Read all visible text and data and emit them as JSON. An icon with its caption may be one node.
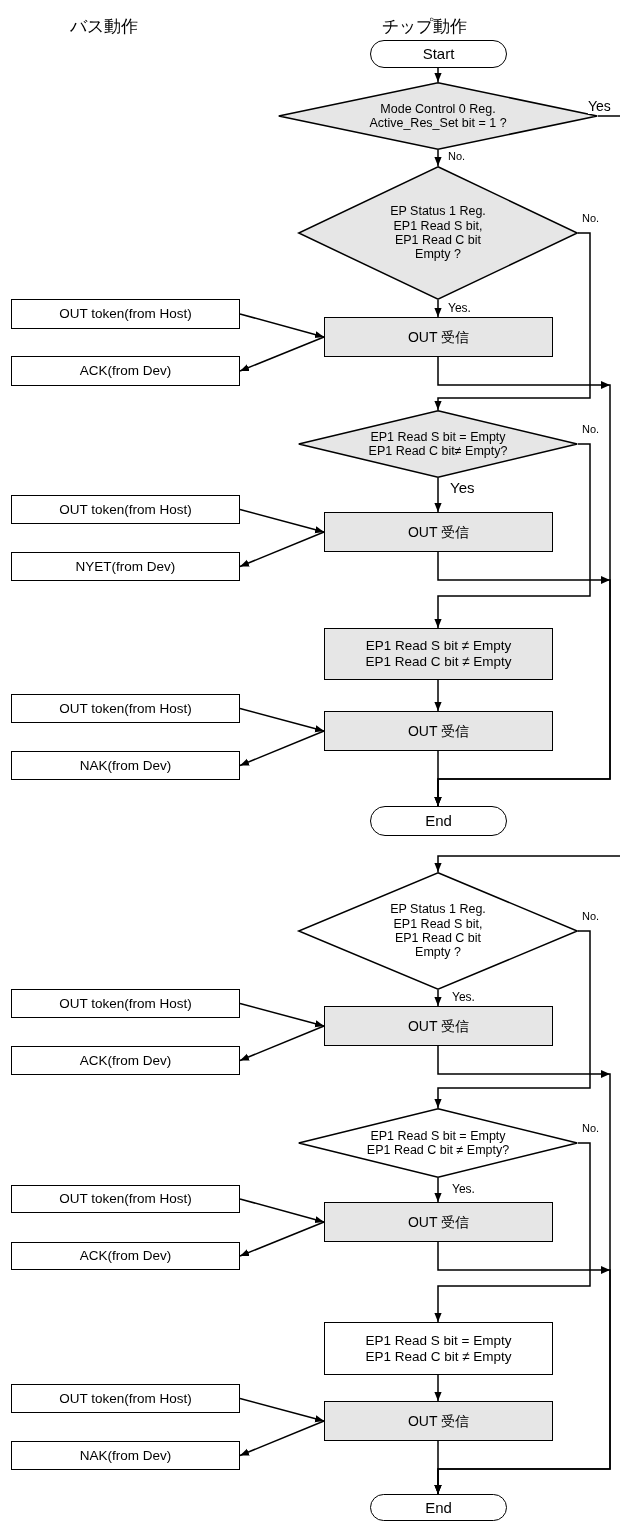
{
  "diagram": {
    "nodes": [
      {
        "text": [
          "Start"
        ]
      },
      {
        "text": [
          "Mode Control 0 Reg. Active_Res_Set bit = 1 ?"
        ]
      },
      {
        "text": [
          "EP Status 1 Reg. EP1 Read S bit, EP1 Read C bit Empty ?"
        ]
      },
      {
        "text": [
          "OUT token(from Host)"
        ]
      },
      {
        "text": [
          "OUT 受信"
        ]
      },
      {
        "text": [
          "ACK(from Dev)"
        ]
      },
      {
        "text": [
          "EP1 Read S bit = Empty EP1 Read C bit≠ Empty?"
        ]
      },
      {
        "text": [
          "OUT token(from Host)"
        ]
      },
      {
        "text": [
          "OUT 受信"
        ]
      },
      {
        "text": [
          "NYET(from Dev)"
        ]
      },
      {
        "text": [
          "EP1 Read S bit ≠ Empty EP1 Read C bit ≠ Empty"
        ]
      },
      {
        "text": [
          "OUT token(from Host)"
        ]
      },
      {
        "text": [
          "OUT 受信"
        ]
      },
      {
        "text": [
          "NAK(from Dev)"
        ]
      },
      {
        "text": [
          "End"
        ]
      },
      {
        "text": [
          "EP Status 1 Reg. EP1 Read S bit, EP1 Read C bit Empty ?"
        ]
      },
      {
        "text": [
          "OUT token(from Host)"
        ]
      },
      {
        "text": [
          "OUT 受信"
        ]
      },
      {
        "text": [
          "ACK(from Dev)"
        ]
      },
      {
        "text": [
          "EP1 Read S bit = Empty EP1 Read C bit ≠ Empty?"
        ]
      },
      {
        "text": [
          "OUT token(from Host)"
        ]
      },
      {
        "text": [
          "OUT 受信"
        ]
      },
      {
        "text": [
          "ACK(from Dev)"
        ]
      },
      {
        "text": [
          "EP1 Read S bit = Empty EP1 Read C bit ≠ Empty"
        ]
      },
      {
        "text": [
          "OUT token(from Host)"
        ]
      },
      {
        "text": [
          "OUT 受信"
        ]
      },
      {
        "text": [
          "NAK(from Dev)"
        ]
      },
      {
        "text": [
          "End"
        ]
      }
    ],
    "edges": [
      {
        "from": 0,
        "to": 1,
        "arrow": "to"
      },
      {
        "from": 1,
        "to": null,
        "arrow": "none",
        "label": "Yes"
      },
      {
        "from": 1,
        "to": 2,
        "arrow": "to",
        "label": "No."
      },
      {
        "from": 2,
        "to": 4,
        "arrow": "to",
        "label": "Yes."
      },
      {
        "from": 2,
        "to": 6,
        "arrow": "to",
        "label": "No."
      },
      {
        "from": 3,
        "to": 4,
        "arrow": "to"
      },
      {
        "from": 4,
        "to": 5,
        "arrow": "to"
      },
      {
        "from": 4,
        "to": 14,
        "arrow": "to"
      },
      {
        "from": 6,
        "to": 8,
        "arrow": "to",
        "label": "Yes"
      },
      {
        "from": 6,
        "to": 10,
        "arrow": "to",
        "label": "No."
      },
      {
        "from": 7,
        "to": 8,
        "arrow": "to"
      },
      {
        "from": 8,
        "to": 9,
        "arrow": "to"
      },
      {
        "from": 8,
        "to": 14,
        "arrow": "to"
      },
      {
        "from": 10,
        "to": 12,
        "arrow": "to"
      },
      {
        "from": 11,
        "to": 12,
        "arrow": "to"
      },
      {
        "from": 12,
        "to": 13,
        "arrow": "to"
      },
      {
        "from": 12,
        "to": 14,
        "arrow": "to"
      },
      {
        "from": null,
        "to": 15,
        "arrow": "to"
      },
      {
        "from": 15,
        "to": 17,
        "arrow": "to",
        "label": "Yes."
      },
      {
        "from": 15,
        "to": 19,
        "arrow": "to",
        "label": "No."
      },
      {
        "from": 16,
        "to": 17,
        "arrow": "to"
      },
      {
        "from": 17,
        "to": 18,
        "arrow": "to"
      },
      {
        "from": 17,
        "to": 27,
        "arrow": "to"
      },
      {
        "from": 19,
        "to": 21,
        "arrow": "to",
        "label": "Yes."
      },
      {
        "from": 19,
        "to": 23,
        "arrow": "to",
        "label": "No."
      },
      {
        "from": 20,
        "to": 21,
        "arrow": "to"
      },
      {
        "from": 21,
        "to": 22,
        "arrow": "to"
      },
      {
        "from": 21,
        "to": 27,
        "arrow": "to"
      },
      {
        "from": 23,
        "to": 25,
        "arrow": "to"
      },
      {
        "from": 24,
        "to": 25,
        "arrow": "to"
      },
      {
        "from": 25,
        "to": 26,
        "arrow": "to"
      },
      {
        "from": 25,
        "to": 27,
        "arrow": "to"
      }
    ],
    "labels": [
      "バス動作",
      "チップ動作"
    ]
  }
}
